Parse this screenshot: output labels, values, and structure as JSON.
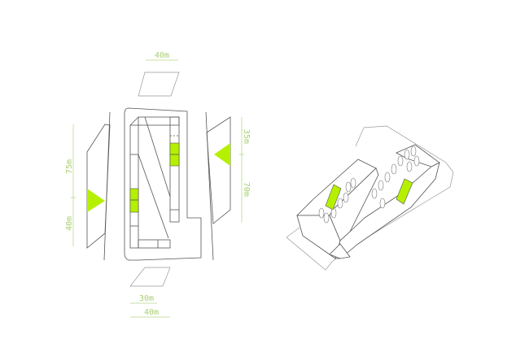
{
  "colors": {
    "accent": "#b5f000",
    "line": "#555555",
    "dimension": "#a8cf70"
  },
  "plan": {
    "dimensions": {
      "top_width": "40m",
      "left_upper": "75m",
      "left_lower": "40m",
      "right_upper": "35m",
      "right_lower": "70m",
      "bottom_inner": "30m",
      "bottom_outer": "40m"
    }
  }
}
